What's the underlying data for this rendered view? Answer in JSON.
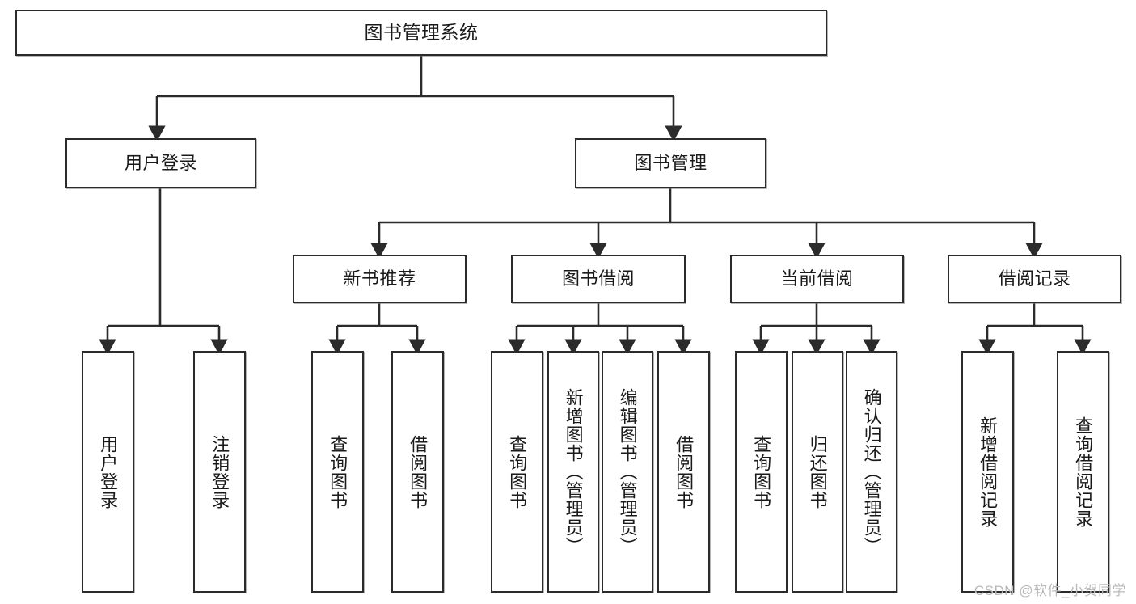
{
  "diagram": {
    "title": "图书管理系统",
    "watermark": "CSDN @软件_小贺同学",
    "line_color": "#2b2b2b",
    "box_fill": "#ffffff",
    "text_color": "#1a1a1a",
    "watermark_color": "#b9b9b9"
  },
  "nodes": {
    "root": {
      "label": "图书管理系统"
    },
    "level2": [
      {
        "label": "用户登录"
      },
      {
        "label": "图书管理"
      }
    ],
    "level3": [
      {
        "label": "新书推荐"
      },
      {
        "label": "图书借阅"
      },
      {
        "label": "当前借阅"
      },
      {
        "label": "借阅记录"
      }
    ],
    "leaves": {
      "user_login": [
        {
          "label": "用户登录"
        },
        {
          "label": "注销登录"
        }
      ],
      "new_book_recommend": [
        {
          "label": "查询图书"
        },
        {
          "label": "借阅图书"
        }
      ],
      "book_borrow": [
        {
          "label": "查询图书"
        },
        {
          "label": "新增图书（管理员）"
        },
        {
          "label": "编辑图书（管理员）"
        },
        {
          "label": "借阅图书"
        }
      ],
      "current_borrow": [
        {
          "label": "查询图书"
        },
        {
          "label": "归还图书"
        },
        {
          "label": "确认归还（管理员）"
        }
      ],
      "borrow_record": [
        {
          "label": "新增借阅记录"
        },
        {
          "label": "查询借阅记录"
        }
      ]
    }
  }
}
